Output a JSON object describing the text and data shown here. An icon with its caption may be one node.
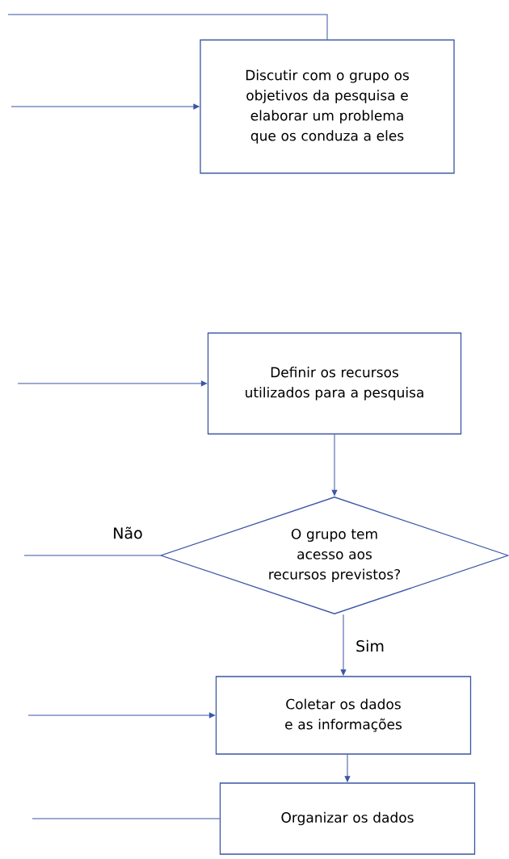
{
  "diagram": {
    "nodes": [
      {
        "text": [
          "Discutir com o grupo os objetivos da pesquisa e elaborar um problema que os conduza a eles"
        ]
      },
      {
        "text": [
          "Definir os recursos utilizados para a pesquisa"
        ]
      },
      {
        "text": [
          "O grupo tem acesso aos recursos previstos?"
        ]
      },
      {
        "text": [
          "Coletar os dados e as informações"
        ]
      },
      {
        "text": [
          "Organizar os dados"
        ]
      }
    ],
    "edges": [
      {
        "from": 0,
        "to": null,
        "arrow": "none"
      },
      {
        "from": null,
        "to": 0,
        "arrow": "to"
      },
      {
        "from": null,
        "to": 1,
        "arrow": "to"
      },
      {
        "from": 1,
        "to": 2,
        "arrow": "to"
      },
      {
        "from": 2,
        "to": null,
        "arrow": "none",
        "label": "Não"
      },
      {
        "from": 2,
        "to": 3,
        "arrow": "to",
        "label": "Sim"
      },
      {
        "from": null,
        "to": 3,
        "arrow": "to"
      },
      {
        "from": 3,
        "to": 4,
        "arrow": "to"
      },
      {
        "from": 4,
        "to": null,
        "arrow": "none"
      }
    ]
  }
}
